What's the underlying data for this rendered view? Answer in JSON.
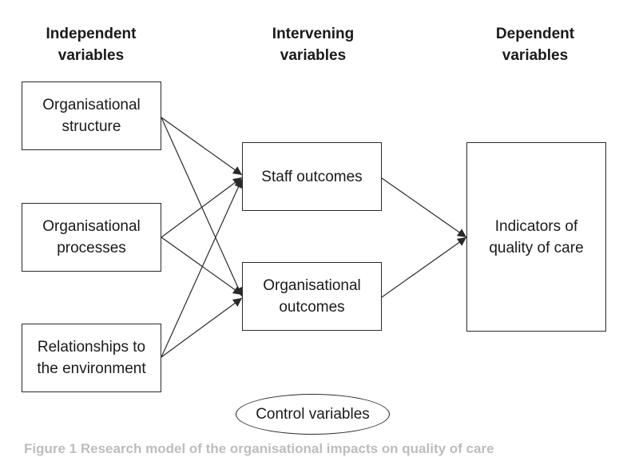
{
  "headings": {
    "independent": "Independent\nvariables",
    "intervening": "Intervening\nvariables",
    "dependent": "Dependent\nvariables"
  },
  "boxes": {
    "structure": "Organisational\nstructure",
    "processes": "Organisational\nprocesses",
    "environment": "Relationships to\nthe environment",
    "staff": "Staff outcomes",
    "org_outcomes": "Organisational\noutcomes",
    "quality": "Indicators of\nquality of care"
  },
  "control": "Control variables",
  "caption": "Figure 1  Research model of the organisational impacts on quality of care",
  "colors": {
    "line": "#2a2a2a",
    "text": "#1a1a1a",
    "caption": "#bdbdbd"
  }
}
